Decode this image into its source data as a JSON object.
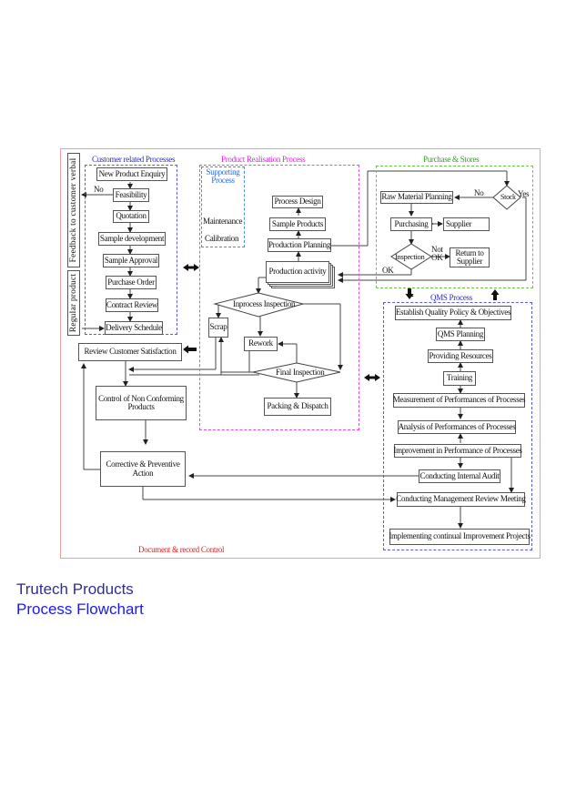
{
  "colors": {
    "outer_border": "#f08a8a",
    "customer_group": "#5a5ae6",
    "realisation_group": "#e24ae2",
    "supporting_group": "#4a8ae6",
    "purchase_group": "#6ac24a",
    "qms_group": "#5a5ae6",
    "doc_control_text": "#e02020",
    "title_1": "#2e2e8e",
    "title_2": "#1a1aee"
  },
  "groups": {
    "customer": "Customer related Processes",
    "realisation": "Product Realisation Process",
    "supporting": "Supporting Process",
    "purchase": "Purchase & Stores",
    "qms": "QMS Process",
    "document_control": "Document & record Control"
  },
  "side_labels": {
    "feedback": "Feedback to customer verbal",
    "regular": "Regular product"
  },
  "customer_steps": [
    "New Product Enquiry",
    "Feasibility",
    "Quotation",
    "Sample development",
    "Sample Approval",
    "Purchase Order",
    "Contract Review",
    "Delivery Schedule"
  ],
  "customer_no_label": "No",
  "review_customer": "Review Customer Satisfaction",
  "control_nonconforming": "Control of Non Conforming Products",
  "corrective_action": "Corrective & Preventive Action",
  "supporting_items": [
    "Maintenance",
    "Calibration"
  ],
  "realisation_steps": [
    "Process Design",
    "Sample Products",
    "Production Planning",
    "Production activity"
  ],
  "inprocess_inspection": "Inprocess Inspection",
  "scrap": "Scrap",
  "rework": "Rework",
  "final_inspection": "Final Inspection",
  "packing": "Packing & Dispatch",
  "purchase": {
    "raw_material": "Raw Material Planning",
    "purchasing": "Purchasing",
    "supplier": "Supplier",
    "inspection": "Inspection",
    "return": "Return to Supplier",
    "stock": "Stock",
    "no": "No",
    "yes": "Yes",
    "not_ok": "Not OK",
    "ok": "OK"
  },
  "qms_steps": [
    "Establish Quality Policy & Objectives",
    "QMS Planning",
    "Providing Resources",
    "Training",
    "Measurement of Performances of Processes",
    "Analysis of Performances of Processes",
    "Improvement in Performance of Processes",
    "Conducting Internal Audit",
    "Conducting Management Review Meeting",
    "Implementing continual Improvement Projects"
  ],
  "footer": {
    "line1": "Trutech Products",
    "line2": "Process Flowchart"
  }
}
